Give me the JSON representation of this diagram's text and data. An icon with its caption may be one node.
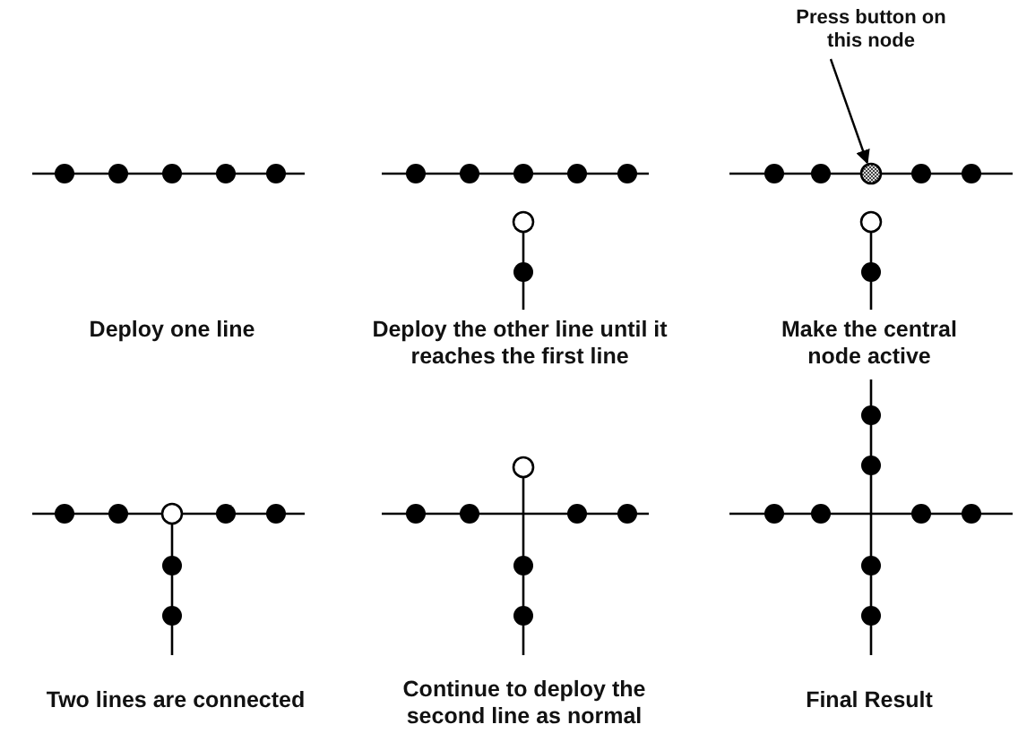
{
  "diagram": {
    "nodes": [
      {
        "text": [
          "Press button on this node"
        ]
      },
      {
        "text": [],
        "shape": "circle"
      }
    ],
    "edges": [
      {
        "from": 0,
        "to": 1,
        "arrow": "to"
      }
    ],
    "labels": [
      "Deploy one line",
      "Deploy the other line until it reaches the first line",
      "Make the central node active",
      "Two lines are connected",
      "Continue to deploy the second line as normal",
      "Final Result"
    ]
  }
}
